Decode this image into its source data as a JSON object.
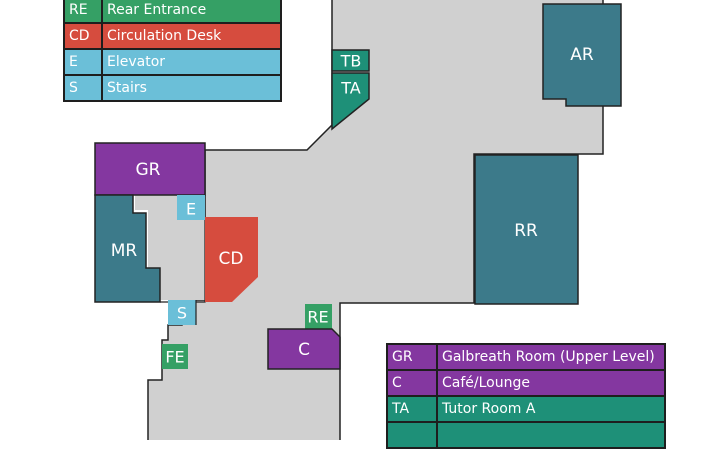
{
  "colors": {
    "floor": "#d0d0d0",
    "outline": "#222222",
    "purple": "#8437a0",
    "teal_dark": "#3c7a8a",
    "red": "#d64c3e",
    "light_blue": "#6bbfd8",
    "green": "#35a065",
    "sea_green": "#1e9078"
  },
  "rooms": {
    "GR": "GR",
    "MR": "MR",
    "CD": "CD",
    "E": "E",
    "S": "S",
    "FE": "FE",
    "RE": "RE",
    "C": "C",
    "TB": "TB",
    "TA": "TA",
    "AR": "AR",
    "RR": "RR"
  },
  "legend_top": [
    {
      "code": "RE",
      "label": "Rear Entrance",
      "color": "#35a065"
    },
    {
      "code": "CD",
      "label": "Circulation Desk",
      "color": "#d64c3e"
    },
    {
      "code": "E",
      "label": "Elevator",
      "color": "#6bbfd8"
    },
    {
      "code": "S",
      "label": "Stairs",
      "color": "#6bbfd8"
    }
  ],
  "legend_bottom": [
    {
      "code": "GR",
      "label": "Galbreath Room (Upper Level)",
      "color": "#8437a0"
    },
    {
      "code": "C",
      "label": "Café/Lounge",
      "color": "#8437a0"
    },
    {
      "code": "TA",
      "label": "Tutor Room A",
      "color": "#1e9078"
    },
    {
      "code": "",
      "label": "",
      "color": "#1e9078"
    }
  ]
}
